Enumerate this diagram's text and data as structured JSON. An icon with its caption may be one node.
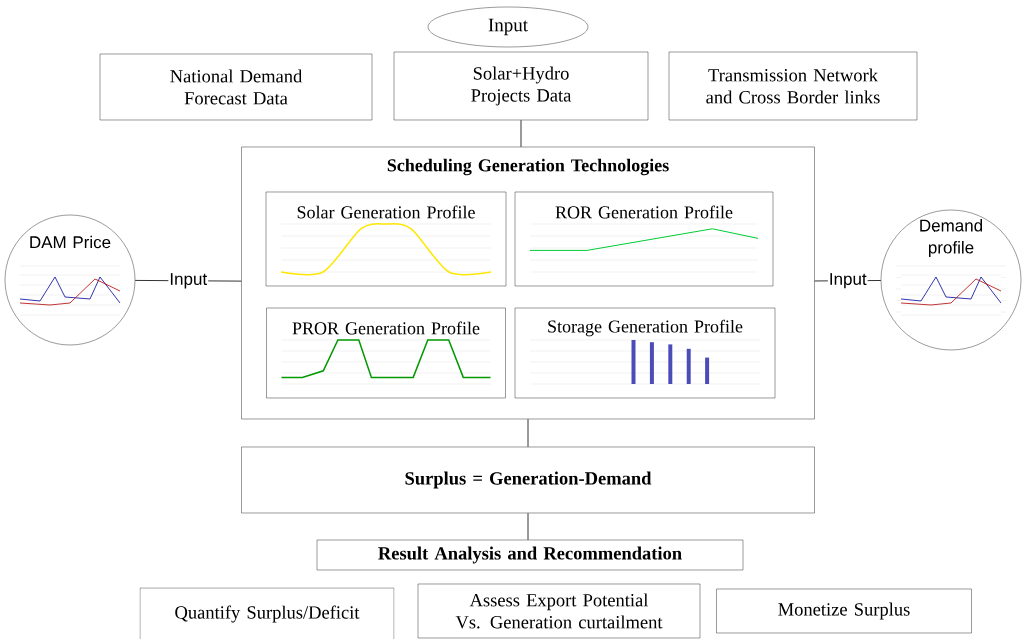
{
  "diagram": {
    "nodes": [
      {
        "text": [
          "Input"
        ]
      },
      {
        "text": [
          "National Demand Forecast Data"
        ]
      },
      {
        "text": [
          "Solar+Hydro Projects Data"
        ]
      },
      {
        "text": [
          "Transmission Network and Cross Border links"
        ]
      },
      {
        "text": [
          "Scheduling Generation Technologies"
        ]
      },
      {
        "text": [
          "Solar Generation Profile"
        ],
        "in": 4
      },
      {
        "text": [
          "ROR Generation Profile"
        ],
        "in": 4
      },
      {
        "text": [
          "PROR Generation Profile"
        ],
        "in": 4
      },
      {
        "text": [
          "Storage Generation Profile"
        ],
        "in": 4
      },
      {
        "text": [
          "DAM Price"
        ]
      },
      {
        "text": [
          "Demand profile"
        ]
      },
      {
        "text": [
          "Surplus = Generation-Demand"
        ]
      },
      {
        "text": [
          "Result Analysis and Recommendation"
        ]
      },
      {
        "text": [
          "Quantify Surplus/Deficit"
        ]
      },
      {
        "text": [
          "Assess Export Potential Vs. Generation curtailment"
        ]
      },
      {
        "text": [
          "Monetize Surplus"
        ]
      }
    ],
    "edges": [
      {
        "from": 2,
        "to": 4,
        "arrow": "none"
      },
      {
        "from": 9,
        "to": 4,
        "arrow": "none",
        "label": "Input"
      },
      {
        "from": 4,
        "to": 10,
        "arrow": "none",
        "label": "Input"
      },
      {
        "from": 4,
        "to": 11,
        "arrow": "none"
      },
      {
        "from": 11,
        "to": 12,
        "arrow": "none"
      }
    ]
  }
}
